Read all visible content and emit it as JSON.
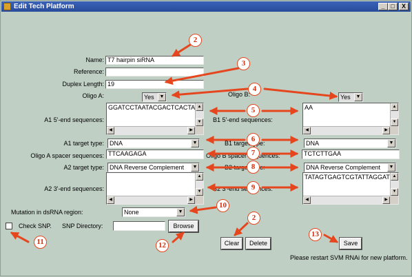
{
  "window": {
    "title": "Edit Tech Platform",
    "controls": {
      "minimize": "_",
      "maximize": "□",
      "close": "X"
    }
  },
  "form": {
    "name_label": "Name:",
    "name_value": "T7 hairpin siRNA",
    "reference_label": "Reference:",
    "reference_value": "",
    "duplex_length_label": "Duplex Length:",
    "duplex_length_value": "19",
    "oligo_a_label": "Oligo A:",
    "oligo_a_value": "Yes",
    "oligo_b_label": "Oligo B:",
    "oligo_b_value": "Yes",
    "a1_5end_label": "A1 5'-end sequences:",
    "a1_5end_value": "GGATCCTAATACGACTCACTATAGG",
    "b1_5end_label": "B1 5'-end sequences:",
    "b1_5end_value": "AA",
    "a1_target_type_label": "A1 target type:",
    "a1_target_type_value": "DNA",
    "b1_target_type_label": "B1 target type:",
    "b1_target_type_value": "DNA",
    "oligo_a_spacer_label": "Oligo A spacer sequences:",
    "oligo_a_spacer_value": "TTCAAGAGA",
    "oligo_b_spacer_label": "Oligo B spacer sequences:",
    "oligo_b_spacer_value": "TCTCTTGAA",
    "a2_target_type_label": "A2 target type:",
    "a2_target_type_value": "DNA Reverse Complement",
    "b2_target_type_label": "B2 target type:",
    "b2_target_type_value": "DNA Reverse Complement",
    "a2_3end_label": "A2 3'-end sequences:",
    "a2_3end_value": "",
    "b2_3end_label": "B2 3'-end sequences:",
    "b2_3end_value": "TATAGTGAGTCGTATTAGGATCC",
    "mutation_label": "Mutation in dsRNA region:",
    "mutation_value": "None",
    "check_snp_label": "Check SNP.",
    "snp_directory_label": "SNP Directory:",
    "snp_directory_value": "",
    "browse_label": "Browse",
    "clear_label": "Clear",
    "delete_label": "Delete",
    "save_label": "Save",
    "restart_note": "Please restart SVM RNAi for new platform."
  },
  "annotations": {
    "accent_color": "#e6461e",
    "badges": [
      "2",
      "3",
      "4",
      "5",
      "6",
      "7",
      "8",
      "9",
      "10",
      "11",
      "12",
      "2",
      "13"
    ]
  }
}
